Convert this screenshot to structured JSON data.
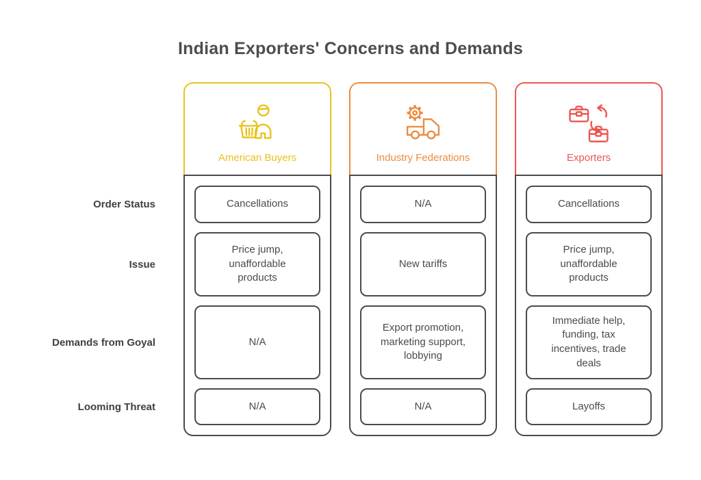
{
  "title": "Indian Exporters' Concerns and Demands",
  "rows": [
    "Order Status",
    "Issue",
    "Demands from Goyal",
    "Looming Threat"
  ],
  "columns": [
    {
      "label": "American Buyers",
      "color": "#e9c21d",
      "icon": "shopper-basket-icon",
      "cells": [
        "Cancellations",
        "Price jump, unaffordable products",
        "N/A",
        "N/A"
      ]
    },
    {
      "label": "Industry Federations",
      "color": "#ec8c40",
      "icon": "gear-truck-icon",
      "cells": [
        "N/A",
        "New tariffs",
        "Export promotion, marketing support, lobbying",
        "N/A"
      ]
    },
    {
      "label": "Exporters",
      "color": "#ee544e",
      "icon": "briefcase-swap-icon",
      "cells": [
        "Cancellations",
        "Price jump, unaffordable products",
        "Immediate help, funding, tax incentives, trade deals",
        "Layoffs"
      ]
    }
  ],
  "colors": {
    "border": "#4a4a4a",
    "text": "#4d4d4d",
    "background": "#ffffff"
  }
}
